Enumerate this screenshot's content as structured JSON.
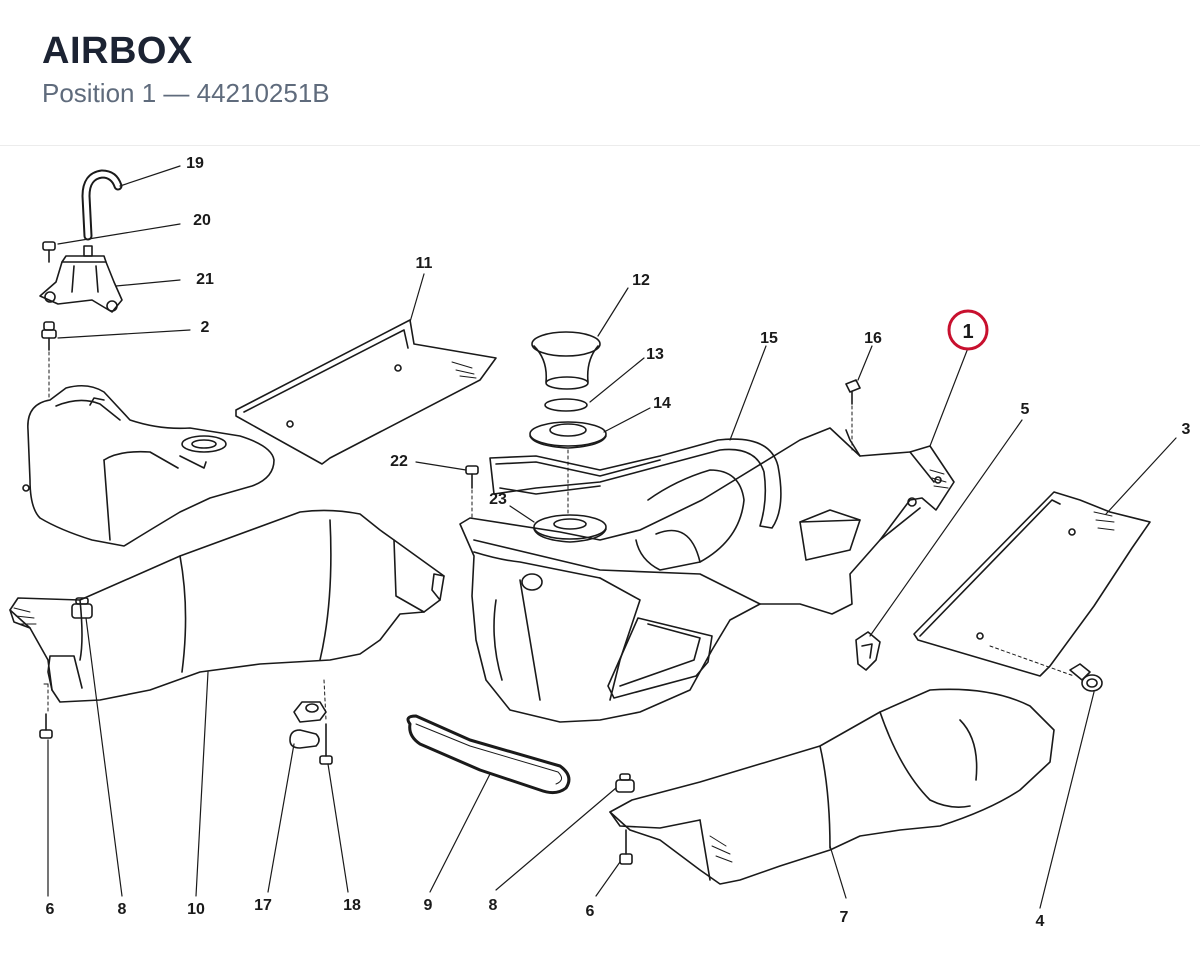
{
  "header": {
    "title": "AIRBOX",
    "subtitle": "Position 1 — 44210251B"
  },
  "diagram": {
    "highlight_color": "#c8102e",
    "line_color": "#1a1a1a",
    "callouts": [
      {
        "id": "c19",
        "label": "19"
      },
      {
        "id": "c20",
        "label": "20"
      },
      {
        "id": "c21",
        "label": "21"
      },
      {
        "id": "c2",
        "label": "2"
      },
      {
        "id": "c11",
        "label": "11"
      },
      {
        "id": "c12",
        "label": "12"
      },
      {
        "id": "c13",
        "label": "13"
      },
      {
        "id": "c14",
        "label": "14"
      },
      {
        "id": "c15",
        "label": "15"
      },
      {
        "id": "c16",
        "label": "16"
      },
      {
        "id": "c1",
        "label": "1",
        "highlighted": true
      },
      {
        "id": "c5",
        "label": "5"
      },
      {
        "id": "c3",
        "label": "3"
      },
      {
        "id": "c22",
        "label": "22"
      },
      {
        "id": "c23",
        "label": "23"
      },
      {
        "id": "c6a",
        "label": "6"
      },
      {
        "id": "c8a",
        "label": "8"
      },
      {
        "id": "c10",
        "label": "10"
      },
      {
        "id": "c17",
        "label": "17"
      },
      {
        "id": "c18",
        "label": "18"
      },
      {
        "id": "c9",
        "label": "9"
      },
      {
        "id": "c8b",
        "label": "8"
      },
      {
        "id": "c6b",
        "label": "6"
      },
      {
        "id": "c7",
        "label": "7"
      },
      {
        "id": "c4",
        "label": "4"
      }
    ]
  }
}
